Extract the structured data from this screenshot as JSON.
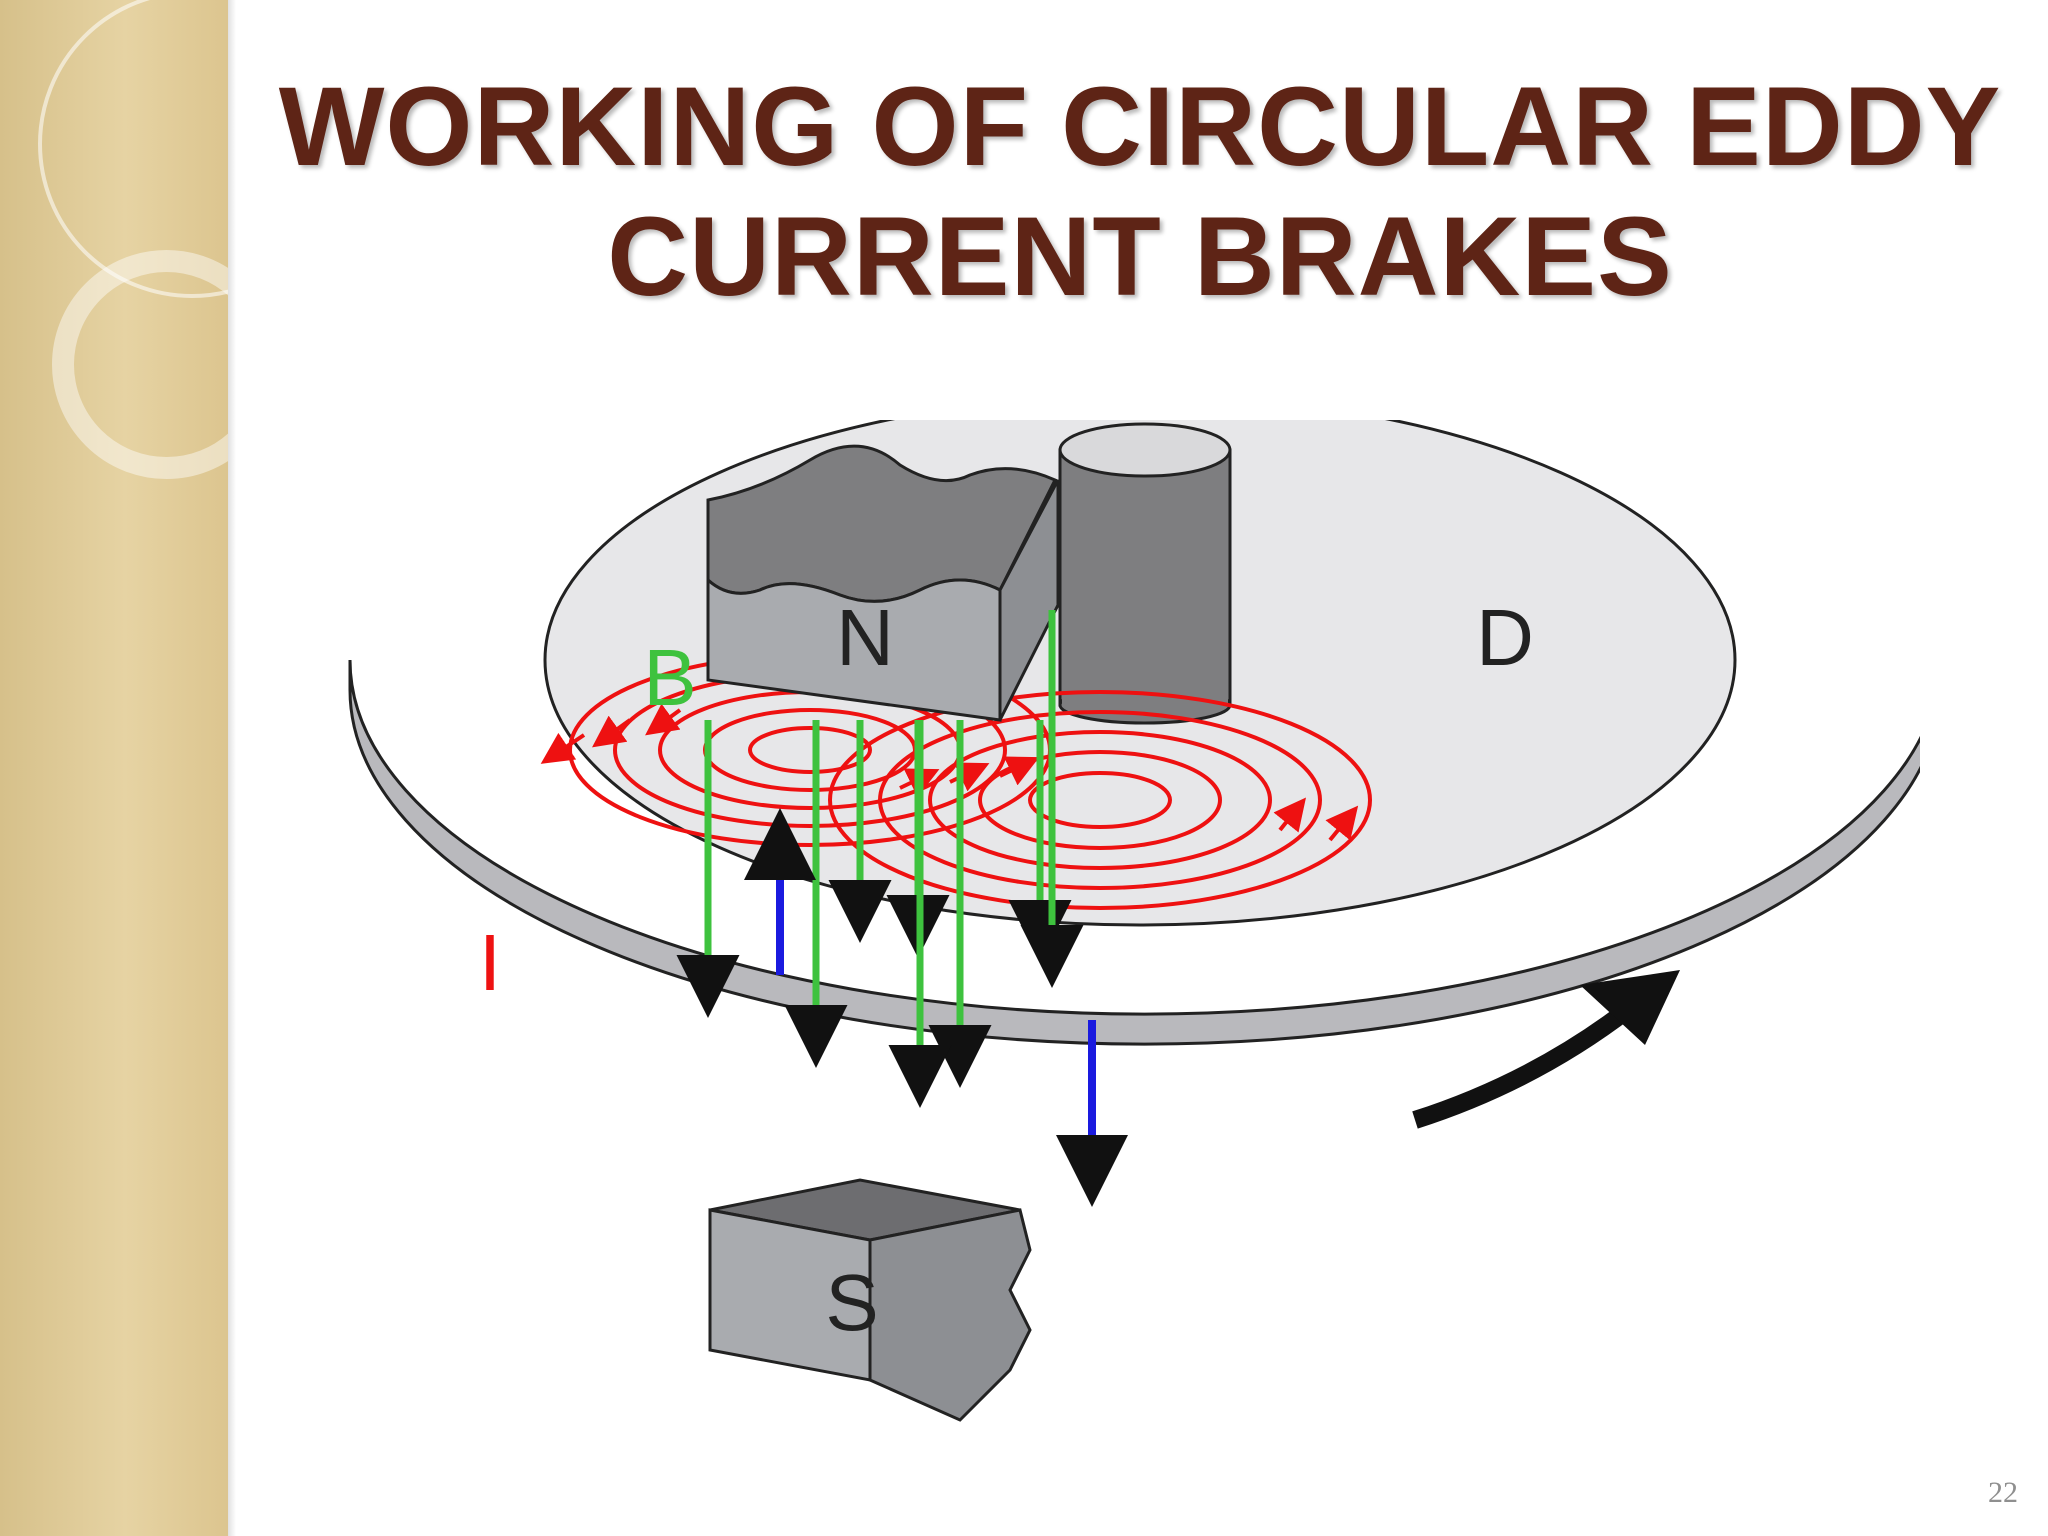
{
  "slide": {
    "title_line1": "WORKING OF CIRCULAR EDDY",
    "title_line2": "CURRENT BRAKES",
    "page_number": "22"
  },
  "diagram": {
    "labels": {
      "north_pole": "N",
      "south_pole": "S",
      "disk": "D",
      "magnetic_field": "B",
      "current": "I"
    }
  },
  "colors": {
    "title": "#5e2416",
    "sidebar": "#e2cd98",
    "disk_top": "#e7e7e9",
    "disk_edge": "#b9b9bd",
    "magnet_face": "#a9abaf",
    "magnet_top": "#7e7e80",
    "field_lines": "#3ec23e",
    "eddy_current": "#ee1111",
    "induced_field": "#1a1adf"
  }
}
